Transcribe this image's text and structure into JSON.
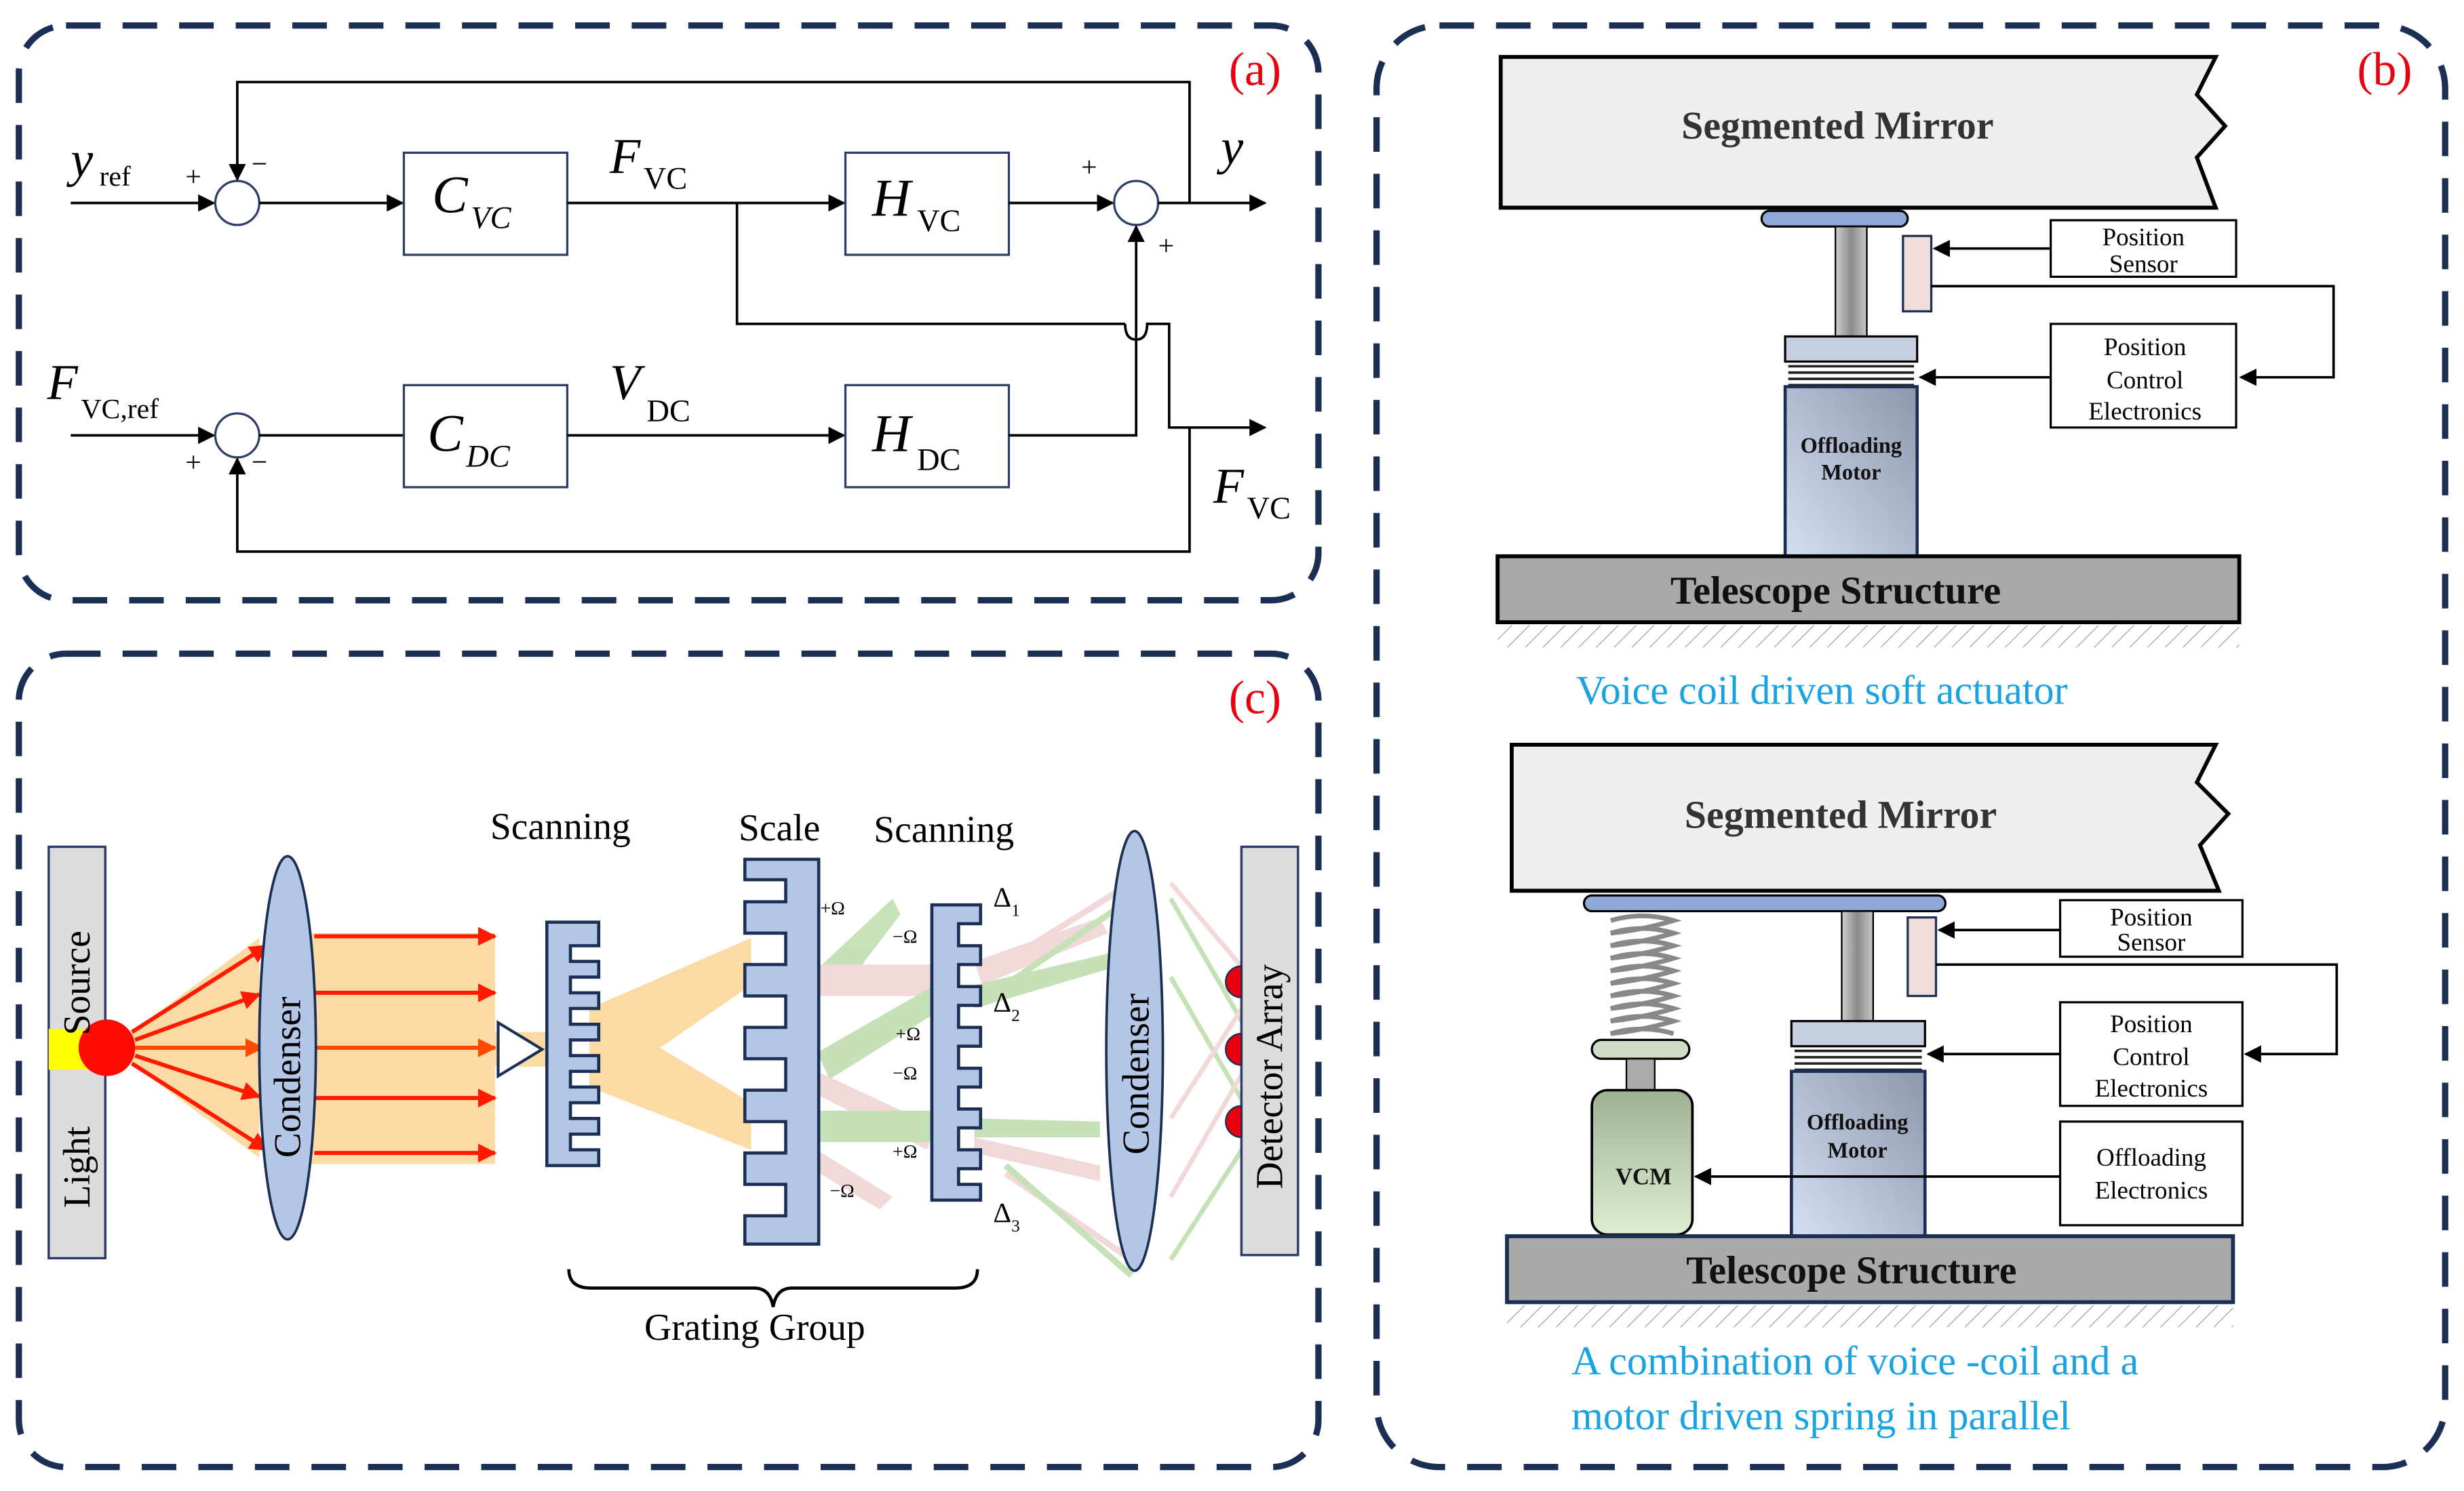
{
  "panels": {
    "a": {
      "tag": "(a)",
      "inputs": {
        "y_ref": {
          "main": "y",
          "sub": "ref"
        },
        "F_vc_ref": {
          "main": "F",
          "sub": "VC,ref"
        }
      },
      "signs": {
        "top_sum_left": "+",
        "top_sum_top": "−",
        "out_sum_left": "+",
        "out_sum_bottom": "+",
        "bottom_sum_left": "+",
        "bottom_sum_bottom": "−"
      },
      "blocks": [
        {
          "id": "C_VC",
          "main": "C",
          "sub": "VC"
        },
        {
          "id": "H_VC",
          "main": "H",
          "sub": "VC"
        },
        {
          "id": "C_DC",
          "main": "C",
          "sub": "DC"
        },
        {
          "id": "H_DC",
          "main": "H",
          "sub": "DC"
        }
      ],
      "signals": {
        "F_VC_mid": {
          "main": "F",
          "sub": "VC"
        },
        "V_DC": {
          "main": "V",
          "sub": "DC"
        },
        "y_out": {
          "main": "y"
        },
        "F_VC_out": {
          "main": "F",
          "sub": "VC"
        }
      }
    },
    "b": {
      "tag": "(b)",
      "top": {
        "mirror": "Segmented Mirror",
        "position_sensor": [
          "Position",
          "Sensor"
        ],
        "position_control": [
          "Position",
          "Control",
          "Electronics"
        ],
        "motor": [
          "Offloading",
          "Motor"
        ],
        "structure": "Telescope Structure",
        "caption": "Voice coil driven soft actuator"
      },
      "bottom": {
        "mirror": "Segmented Mirror",
        "position_sensor": [
          "Position",
          "Sensor"
        ],
        "position_control": [
          "Position",
          "Control",
          "Electronics"
        ],
        "offloading_electronics": [
          "Offloading",
          "Electronics"
        ],
        "motor": [
          "Offloading",
          "Motor"
        ],
        "vcm": "VCM",
        "structure": "Telescope Structure",
        "caption": [
          "A combination of voice -coil and a",
          "motor driven spring in parallel"
        ]
      }
    },
    "c": {
      "tag": "(c)",
      "light_source": [
        "Light",
        "Source"
      ],
      "condenser_left": "Condenser",
      "scanning_1": "Scanning",
      "scale": "Scale",
      "scanning_2": "Scanning",
      "condenser_right": "Condenser",
      "detector": "Detector Array",
      "grating_group": "Grating Group",
      "orders": [
        "+Ω",
        "−Ω",
        "+Ω",
        "−Ω",
        "+Ω",
        "−Ω"
      ],
      "deltas": [
        {
          "main": "Δ",
          "sub": "1"
        },
        {
          "main": "Δ",
          "sub": "2"
        },
        {
          "main": "Δ",
          "sub": "3"
        }
      ]
    }
  },
  "colors": {
    "panel_border": "#1b2f55",
    "panel_tag": "#e8000f",
    "caption": "#1aa3e0",
    "grating": "#b3c6e6",
    "beam_orange": "#fbdba3",
    "beam_green": "#c4e0b4",
    "beam_pink": "#f2d7d7",
    "ray_red": "#ff1a00"
  }
}
